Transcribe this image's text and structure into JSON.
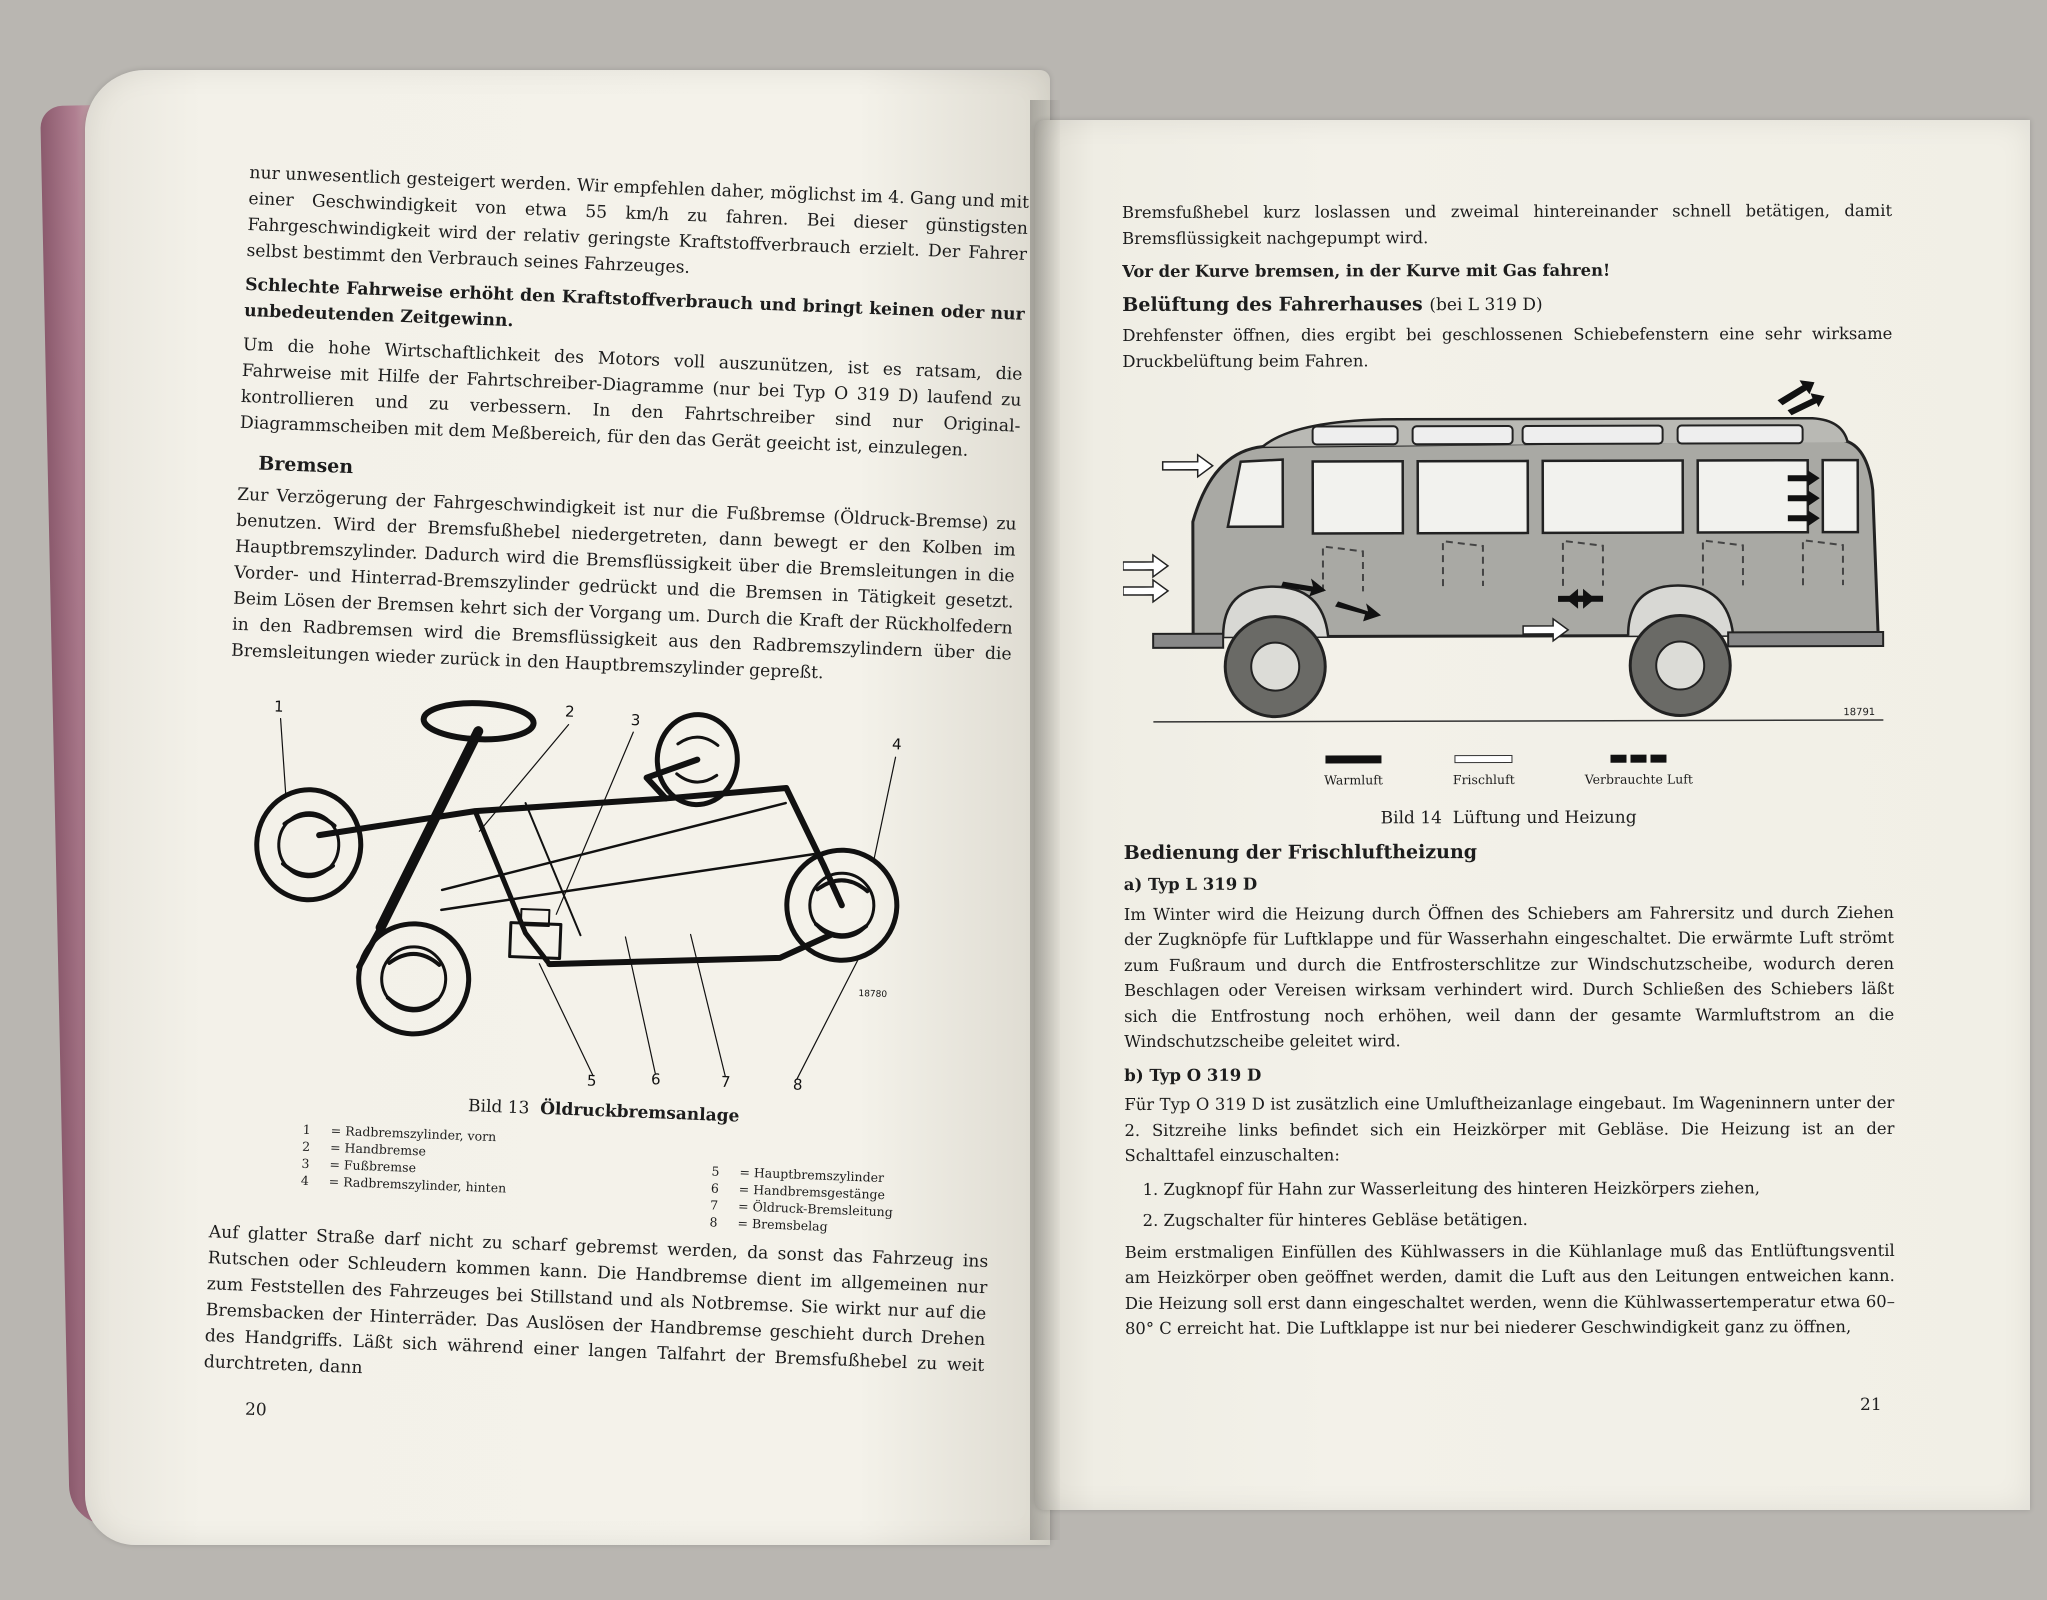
{
  "left_page": {
    "para1": "nur unwesentlich gesteigert werden. Wir empfehlen daher, möglichst im 4. Gang und mit einer Geschwindigkeit von etwa 55 km/h zu fahren. Bei dieser günstigsten Fahrgeschwindigkeit wird der relativ geringste Kraftstoffverbrauch erzielt. Der Fahrer selbst bestimmt den Verbrauch seines Fahrzeuges.",
    "para2_bold": "Schlechte Fahrweise erhöht den Kraftstoffverbrauch und bringt keinen oder nur unbedeutenden Zeitgewinn.",
    "para3": "Um die hohe Wirtschaftlichkeit des Motors voll auszunützen, ist es ratsam, die Fahrweise mit Hilfe der Fahrtschreiber-Diagramme (nur bei Typ O 319 D) laufend zu kontrollieren und zu verbessern. In den Fahrtschreiber sind nur Original-Diagrammscheiben mit dem Meßbereich, für den das Gerät geeicht ist, einzulegen.",
    "heading_bremsen": "Bremsen",
    "para4": "Zur Verzögerung der Fahrgeschwindigkeit ist nur die Fußbremse (Öldruck-Bremse) zu benutzen. Wird der Bremsfußhebel niedergetreten, dann bewegt er den Kolben im Hauptbremszylinder. Dadurch wird die Bremsflüssigkeit über die Bremsleitungen in die Vorder- und Hinterrad-Bremszylinder gedrückt und die Bremsen in Tätigkeit gesetzt. Beim Lösen der Bremsen kehrt sich der Vorgang um. Durch die Kraft der Rückholfedern in den Radbremsen wird die Bremsflüssigkeit aus den Radbremszylindern über die Bremsleitungen wieder zurück in den Hauptbremszylinder gepreßt.",
    "figure_callouts": [
      "1",
      "2",
      "3",
      "4",
      "5",
      "6",
      "7",
      "8"
    ],
    "figure_code": "18780",
    "caption_num": "Bild 13",
    "caption_text": "Öldruckbremsanlage",
    "legend": [
      {
        "n": "1",
        "t": "= Radbremszylinder, vorn"
      },
      {
        "n": "2",
        "t": "= Handbremse"
      },
      {
        "n": "3",
        "t": "= Fußbremse"
      },
      {
        "n": "4",
        "t": "= Radbremszylinder, hinten"
      },
      {
        "n": "5",
        "t": "= Hauptbremszylinder"
      },
      {
        "n": "6",
        "t": "= Handbremsgestänge"
      },
      {
        "n": "7",
        "t": "= Öldruck-Bremsleitung"
      },
      {
        "n": "8",
        "t": "= Bremsbelag"
      }
    ],
    "para5": "Auf glatter Straße darf nicht zu scharf gebremst werden, da sonst das Fahrzeug ins Rutschen oder Schleudern kommen kann. Die Handbremse dient im allgemeinen nur zum Feststellen des Fahrzeuges bei Stillstand und als Notbremse. Sie wirkt nur auf die Bremsbacken der Hinterräder. Das Auslösen der Handbremse geschieht durch Drehen des Handgriffs. Läßt sich während einer langen Talfahrt der Bremsfußhebel zu weit durchtreten, dann",
    "page_number": "20"
  },
  "right_page": {
    "para1": "Bremsfußhebel kurz loslassen und zweimal hintereinander schnell betätigen, damit Bremsflüssigkeit nachgepumpt wird.",
    "para2_bold": "Vor der Kurve bremsen, in der Kurve mit Gas fahren!",
    "heading_belueftung": "Belüftung des Fahrerhauses",
    "heading_belueftung_suffix": "(bei L 319 D)",
    "para3": "Drehfenster öffnen, dies ergibt bei geschlossenen Schiebefenstern eine sehr wirksame Druckbelüftung beim Fahren.",
    "figure_code": "18791",
    "legend": {
      "warm": "Warmluft",
      "fresh": "Frischluft",
      "used": "Verbrauchte Luft"
    },
    "caption_num": "Bild 14",
    "caption_text": "Lüftung und Heizung",
    "heading_bedienung": "Bedienung der Frischluftheizung",
    "sub_a": "a) Typ L 319 D",
    "para_a": "Im Winter wird die Heizung durch Öffnen des Schiebers am Fahrersitz und durch Ziehen der Zugknöpfe für Luftklappe und für Wasserhahn eingeschaltet. Die erwärmte Luft strömt zum Fußraum und durch die Entfrosterschlitze zur Windschutzscheibe, wodurch deren Beschlagen oder Vereisen wirksam verhindert wird. Durch Schließen des Schiebers läßt sich die Entfrostung noch erhöhen, weil dann der gesamte Warmluftstrom an die Windschutzscheibe geleitet wird.",
    "sub_b": "b) Typ O 319 D",
    "para_b": "Für Typ O 319 D ist zusätzlich eine Umluftheizanlage eingebaut. Im Wageninnern unter der 2. Sitzreihe links befindet sich ein Heizkörper mit Gebläse. Die Heizung ist an der Schalttafel einzuschalten:",
    "list": [
      "1. Zugknopf für Hahn zur Wasserleitung des hinteren Heizkörpers ziehen,",
      "2. Zugschalter für hinteres Gebläse betätigen."
    ],
    "para_c": "Beim erstmaligen Einfüllen des Kühlwassers in die Kühlanlage muß das Entlüftungsventil am Heizkörper oben geöffnet werden, damit die Luft aus den Leitungen entweichen kann. Die Heizung soll erst dann eingeschaltet werden, wenn die Kühlwassertemperatur etwa 60–80° C erreicht hat. Die Luftklappe ist nur bei niederer Geschwindigkeit ganz zu öffnen,",
    "page_number": "21"
  }
}
